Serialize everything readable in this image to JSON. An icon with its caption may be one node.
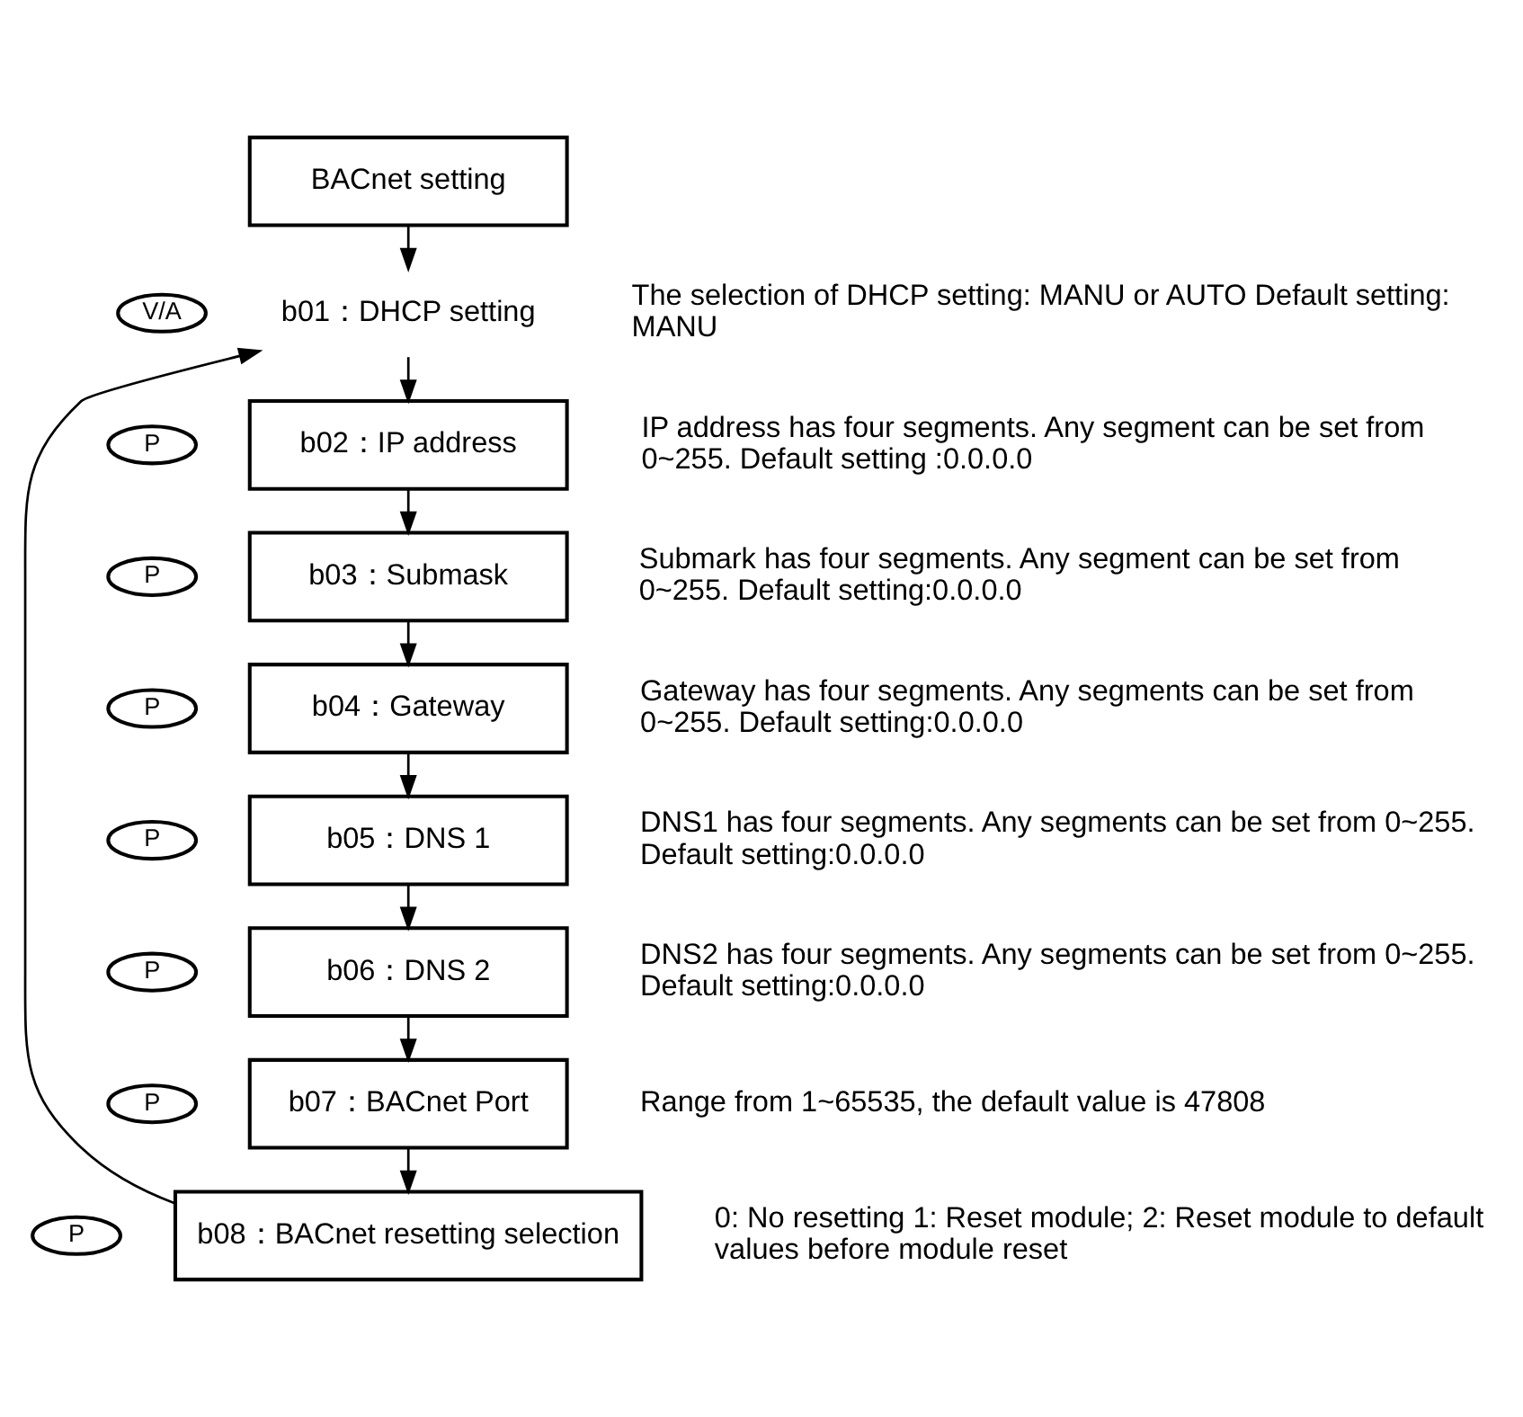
{
  "diagram": {
    "nodes": [
      {
        "text": [
          "BACnet setting"
        ]
      },
      {
        "text": [
          "V/A"
        ]
      },
      {
        "text": [
          "b01：DHCP setting"
        ],
        "beside": [
          "The selection of DHCP setting: MANU or AUTO Default setting: MANU"
        ]
      },
      {
        "text": [
          "P"
        ]
      },
      {
        "text": [
          "b02：IP address"
        ],
        "beside": [
          "IP address has four segments. Any segment can be set from 0~255. Default setting :0.0.0.0"
        ]
      },
      {
        "text": [
          "P"
        ]
      },
      {
        "text": [
          "b03：Submask"
        ],
        "beside": [
          "Submark has four segments. Any segment can be set from 0~255. Default setting:0.0.0.0"
        ]
      },
      {
        "text": [
          "P"
        ]
      },
      {
        "text": [
          "b04：Gateway"
        ],
        "beside": [
          "Gateway has four segments. Any segments can be set from 0~255. Default setting:0.0.0.0"
        ]
      },
      {
        "text": [
          "P"
        ]
      },
      {
        "text": [
          "b05：DNS 1"
        ],
        "beside": [
          "DNS1 has four segments. Any segments can be set from 0~255. Default setting:0.0.0.0"
        ]
      },
      {
        "text": [
          "P"
        ]
      },
      {
        "text": [
          "b06：DNS 2"
        ],
        "beside": [
          "DNS2 has four segments. Any segments can be set from 0~255. Default setting:0.0.0.0"
        ]
      },
      {
        "text": [
          "P"
        ]
      },
      {
        "text": [
          "b07：BACnet Port"
        ],
        "beside": [
          "Range from 1~65535, the default value is 47808"
        ]
      },
      {
        "text": [
          "P"
        ]
      },
      {
        "text": [
          "b08：BACnet resetting selection"
        ],
        "beside": [
          "0: No resetting 1: Reset module; 2: Reset module to default values before module reset"
        ]
      }
    ],
    "edges": [
      {
        "from": 0,
        "to": 2,
        "arrow": "to"
      },
      {
        "from": 2,
        "to": 4,
        "arrow": "to"
      },
      {
        "from": 4,
        "to": 6,
        "arrow": "to"
      },
      {
        "from": 6,
        "to": 8,
        "arrow": "to"
      },
      {
        "from": 8,
        "to": 10,
        "arrow": "to"
      },
      {
        "from": 10,
        "to": 12,
        "arrow": "to"
      },
      {
        "from": 12,
        "to": 14,
        "arrow": "to"
      },
      {
        "from": 14,
        "to": 16,
        "arrow": "to"
      },
      {
        "from": 16,
        "to": 2,
        "arrow": "to"
      }
    ]
  }
}
